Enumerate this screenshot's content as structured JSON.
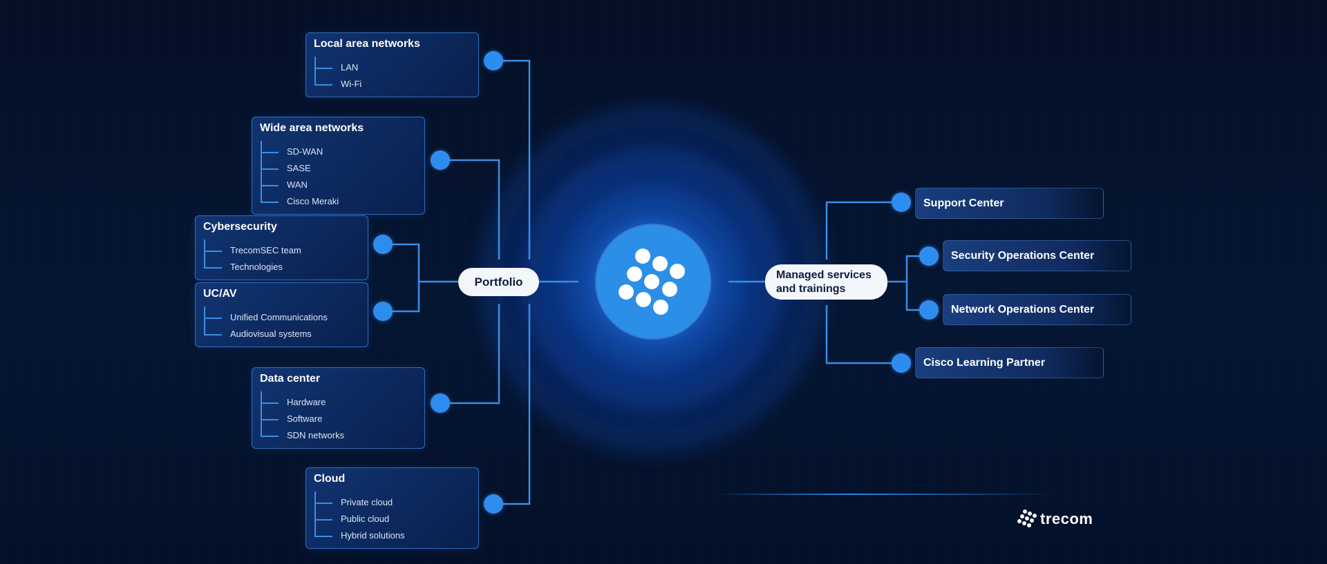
{
  "center": {
    "icon": "trecom-dot-cluster-icon"
  },
  "portfolio": {
    "label": "Portfolio",
    "categories": [
      {
        "title": "Local area networks",
        "items": [
          "LAN",
          "Wi-Fi"
        ]
      },
      {
        "title": "Wide area networks",
        "items": [
          "SD-WAN",
          "SASE",
          "WAN",
          "Cisco Meraki"
        ]
      },
      {
        "title": "Cybersecurity",
        "items": [
          "TrecomSEC team",
          "Technologies"
        ]
      },
      {
        "title": "UC/AV",
        "items": [
          "Unified Communications",
          "Audiovisual systems"
        ]
      },
      {
        "title": "Data center",
        "items": [
          "Hardware",
          "Software",
          "SDN networks"
        ]
      },
      {
        "title": "Cloud",
        "items": [
          "Private cloud",
          "Public cloud",
          "Hybrid solutions"
        ]
      }
    ]
  },
  "managed": {
    "label_line1": "Managed services",
    "label_line2": "and trainings",
    "items": [
      "Support Center",
      "Security Operations Center",
      "Network Operations Center",
      "Cisco Learning Partner"
    ]
  },
  "brand": {
    "logo_text": "trecom"
  },
  "colors": {
    "background": "#04102a",
    "accent": "#2b8df0",
    "line": "#3a8fe6",
    "pill": "#f3f6fb"
  }
}
